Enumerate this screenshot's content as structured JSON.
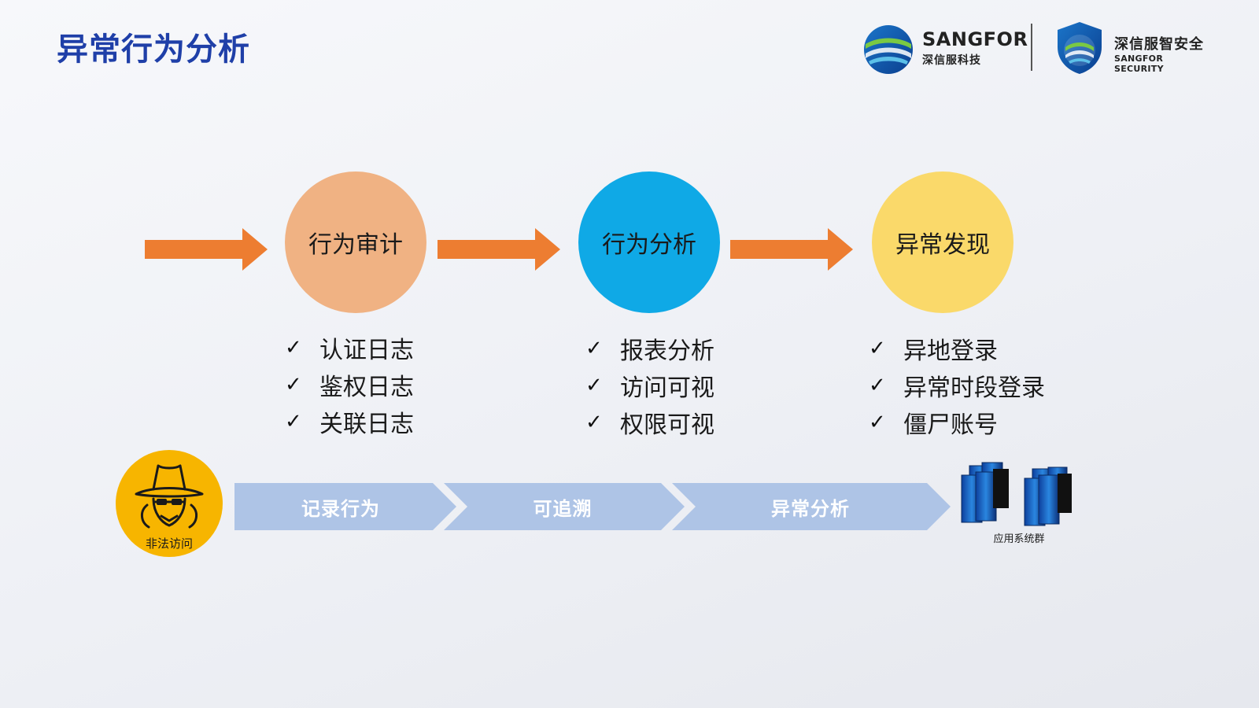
{
  "title": "异常行为分析",
  "logos": {
    "sangfor_en": "SANGFOR",
    "sangfor_cn": "深信服科技",
    "security_cn": "深信服智安全",
    "security_en": "SANGFOR SECURITY"
  },
  "stages": [
    {
      "label": "行为审计",
      "color": "#f0b283",
      "items": [
        "认证日志",
        "鉴权日志",
        "关联日志"
      ]
    },
    {
      "label": "行为分析",
      "color": "#0fa9e6",
      "items": [
        "报表分析",
        "访问可视",
        "权限可视"
      ]
    },
    {
      "label": "异常发现",
      "color": "#fad96a",
      "items": [
        "异地登录",
        "异常时段登录",
        "僵尸账号"
      ]
    }
  ],
  "check_glyph": "✓",
  "bottom": {
    "source_label": "非法访问",
    "steps": [
      "记录行为",
      "可追溯",
      "异常分析"
    ],
    "target_label": "应用系统群"
  },
  "colors": {
    "title": "#1f3fa8",
    "arrow": "#ed7d31",
    "chevron": "#aec4e6",
    "spy_bg": "#f7b500"
  }
}
